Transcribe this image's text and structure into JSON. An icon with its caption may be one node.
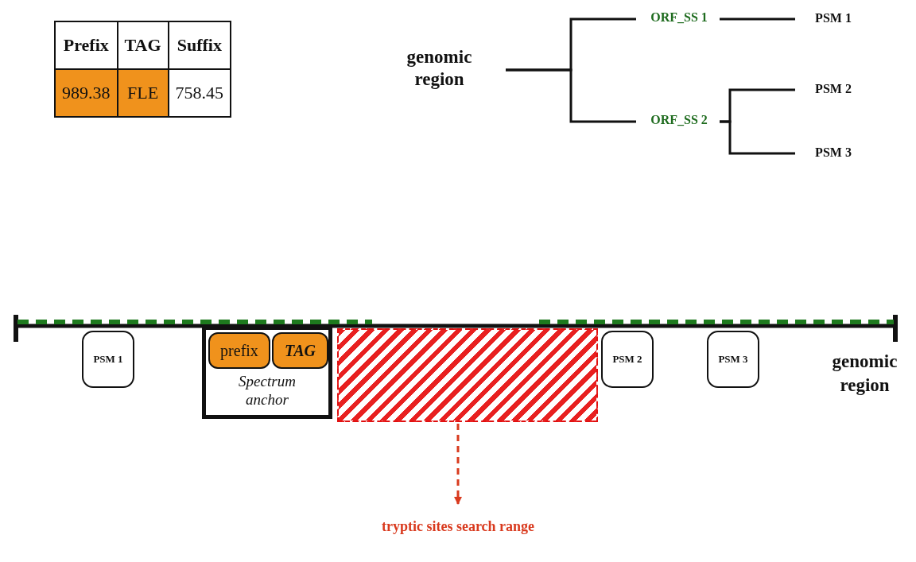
{
  "diagram": {
    "nodes": [
      {
        "text": [
          "genomic region"
        ]
      },
      {
        "text": [
          "ORF_SS 1"
        ]
      },
      {
        "text": [
          "ORF_SS 2"
        ]
      },
      {
        "text": [
          "PSM 1"
        ]
      },
      {
        "text": [
          "PSM 2"
        ]
      },
      {
        "text": [
          "PSM 3"
        ]
      },
      {
        "text": [
          "PSM 1"
        ]
      },
      {
        "text": [
          "Spectrum anchor"
        ]
      },
      {
        "text": [
          "prefix"
        ],
        "in": 7
      },
      {
        "text": [
          "TAG"
        ],
        "in": 7
      },
      {
        "text": [],
        "shape": "box"
      },
      {
        "text": [
          "PSM 2"
        ]
      },
      {
        "text": [
          "PSM 3"
        ]
      },
      {
        "text": [
          "tryptic sites search range"
        ]
      }
    ],
    "edges": [
      {
        "from": 0,
        "to": 1,
        "arrow": "none"
      },
      {
        "from": 0,
        "to": 2,
        "arrow": "none"
      },
      {
        "from": 1,
        "to": 3,
        "arrow": "none"
      },
      {
        "from": 2,
        "to": 4,
        "arrow": "none"
      },
      {
        "from": 2,
        "to": 5,
        "arrow": "none"
      },
      {
        "from": 10,
        "to": 13,
        "arrow": "to",
        "style": "dashed",
        "color": "#d93a1e"
      }
    ],
    "labels": [
      "Prefix",
      "TAG",
      "Suffix",
      "989.38",
      "FLE",
      "758.45",
      "genomic region"
    ]
  }
}
